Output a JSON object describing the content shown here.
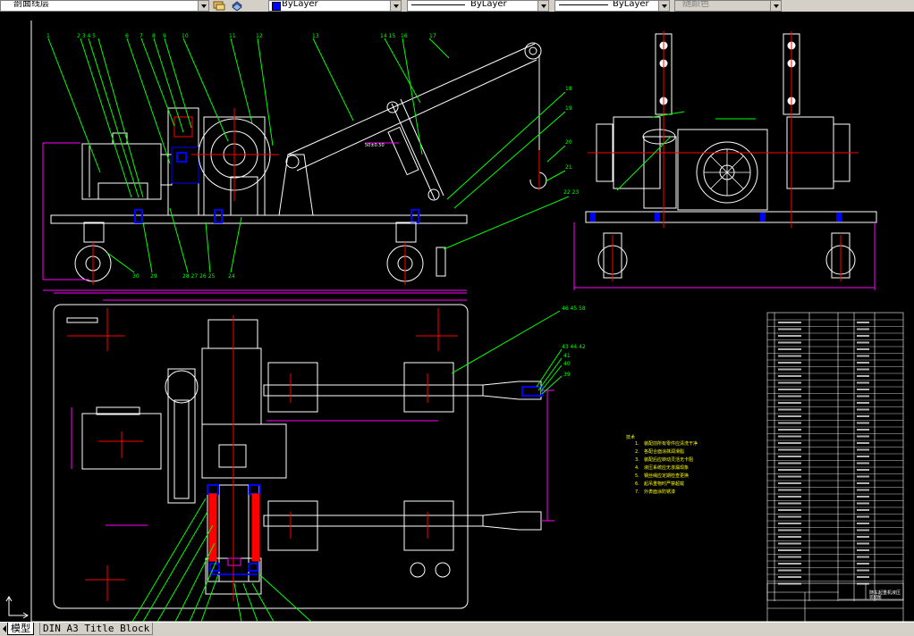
{
  "toolbar": {
    "layer_combo": {
      "value": "剖面线层"
    },
    "color_combo": {
      "value": "ByLayer"
    },
    "linetype_combo": {
      "value": "ByLayer"
    },
    "lineweight_combo": {
      "value": "ByLayer"
    },
    "plotstyle_combo": {
      "value": "随颜色"
    }
  },
  "tabs": [
    {
      "label": "模型",
      "active": true
    },
    {
      "label": "DIN A3 Title Block",
      "active": false
    }
  ],
  "icons": {
    "layer_state": "layer-states-icon",
    "layer_prev": "layer-previous-icon",
    "ucs": "ucs-icon"
  },
  "colors": {
    "background": "#000000",
    "toolbar": "#d4d0c8",
    "leader": "#00ff00",
    "geometry": "#ffffff",
    "dimension": "#ff00ff",
    "centerline": "#ff0000",
    "annotation": "#ffff00",
    "hatch": "#0000ff"
  }
}
